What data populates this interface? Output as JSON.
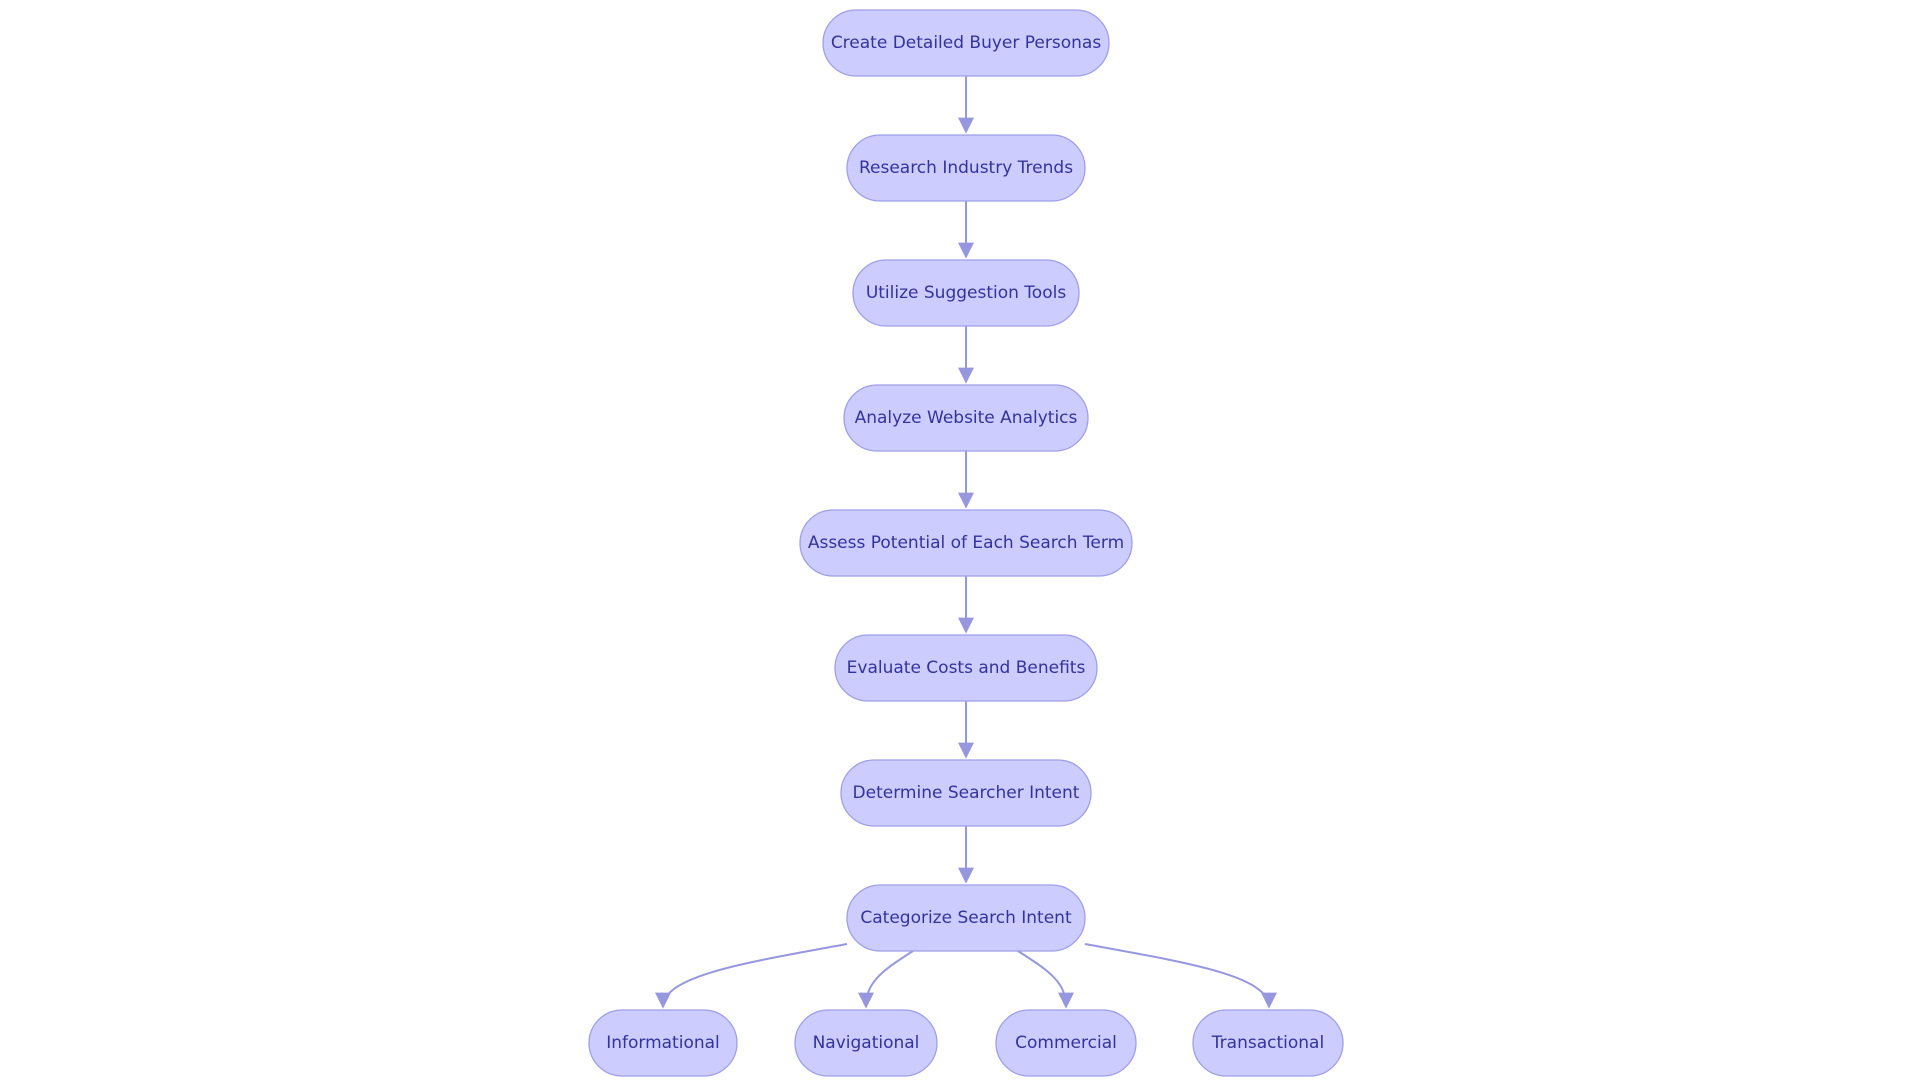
{
  "colors": {
    "node_fill": "#ccccff",
    "node_stroke": "#9f9fe8",
    "edge": "#9797df",
    "text": "#33339b",
    "background": "#ffffff"
  },
  "nodes": [
    {
      "id": "n1",
      "label": "Create Detailed Buyer Personas"
    },
    {
      "id": "n2",
      "label": "Research Industry Trends"
    },
    {
      "id": "n3",
      "label": "Utilize Suggestion Tools"
    },
    {
      "id": "n4",
      "label": "Analyze Website Analytics"
    },
    {
      "id": "n5",
      "label": "Assess Potential of Each Search Term"
    },
    {
      "id": "n6",
      "label": "Evaluate Costs and Benefits"
    },
    {
      "id": "n7",
      "label": "Determine Searcher Intent"
    },
    {
      "id": "n8",
      "label": "Categorize Search Intent"
    },
    {
      "id": "n9",
      "label": "Informational"
    },
    {
      "id": "n10",
      "label": "Navigational"
    },
    {
      "id": "n11",
      "label": "Commercial"
    },
    {
      "id": "n12",
      "label": "Transactional"
    }
  ],
  "edges": [
    {
      "from": "n1",
      "to": "n2"
    },
    {
      "from": "n2",
      "to": "n3"
    },
    {
      "from": "n3",
      "to": "n4"
    },
    {
      "from": "n4",
      "to": "n5"
    },
    {
      "from": "n5",
      "to": "n6"
    },
    {
      "from": "n6",
      "to": "n7"
    },
    {
      "from": "n7",
      "to": "n8"
    },
    {
      "from": "n8",
      "to": "n9"
    },
    {
      "from": "n8",
      "to": "n10"
    },
    {
      "from": "n8",
      "to": "n11"
    },
    {
      "from": "n8",
      "to": "n12"
    }
  ]
}
